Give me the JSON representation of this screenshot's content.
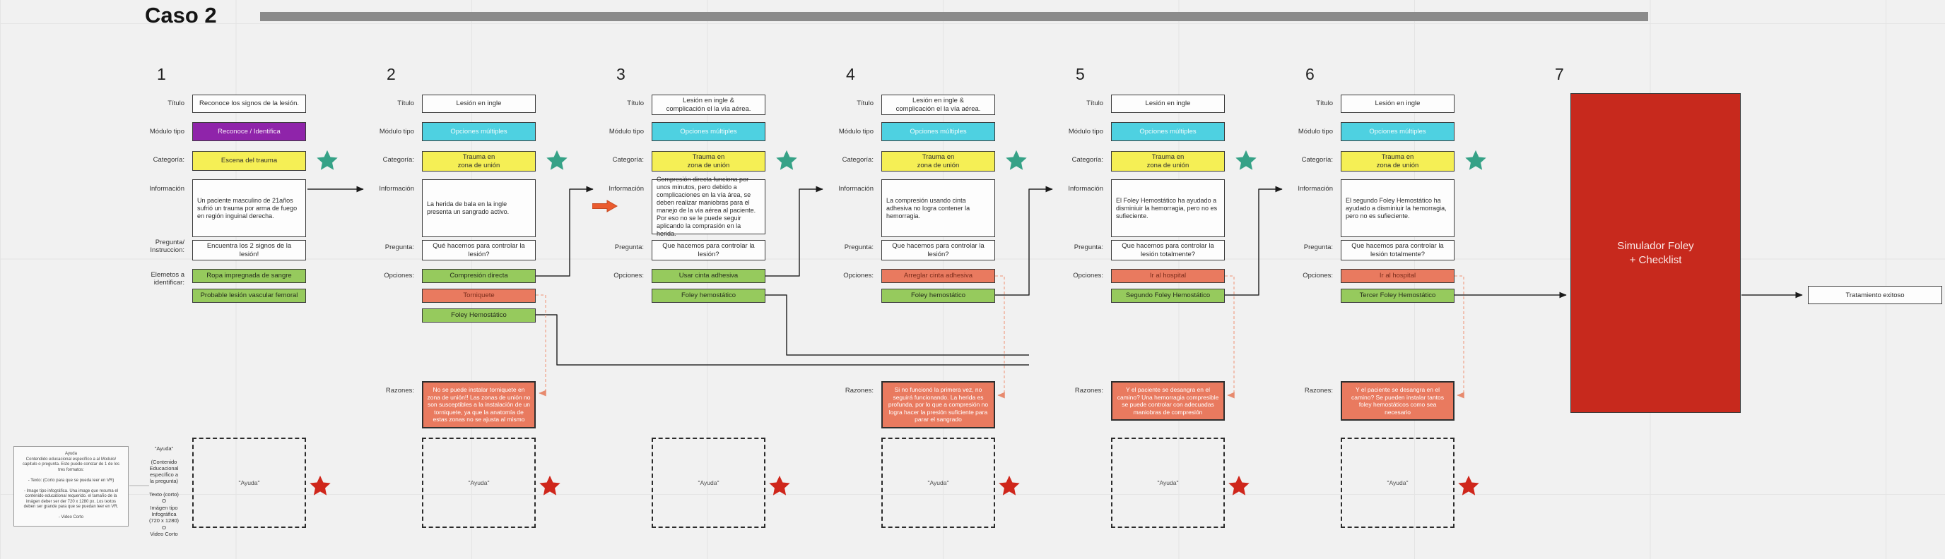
{
  "page": {
    "title": "Caso 2"
  },
  "colors": {
    "background": "#f1f1f1",
    "module_purple": "#8f24aa",
    "module_cyan": "#4ed1e1",
    "category_yellow": "#f5ef55",
    "option_green": "#96ca5d",
    "option_salmon": "#e97a5f",
    "simulator_red": "#c7291d",
    "star_teal": "#36a287",
    "star_red": "#cf261b",
    "title_bar_gray": "#8b8b8b"
  },
  "field_labels": {
    "titulo": "Título",
    "modulo_tipo": "Módulo tipo",
    "categoria": "Categoría:",
    "informacion": "Información",
    "pregunta": "Pregunta:",
    "opciones": "Opciones:",
    "razones": "Razones:"
  },
  "ayuda_box": "\"Ayuda\"",
  "ayuda_note": "Ayuda\nContendido educacional específico a al Modulo/ capitulo o pregunta. Este puede constar de 1 de los tres formatos:\n\n- Texto: (Corto para que se pueda leer en VR)\n\n- Image tipo infográfica. Una image que resuma el contenido educational requerido. el tamaño de la imágen deber ser der 720 x 1280 px. Los textos deben ser grande para que se puedan leer en VR.\n\n- Video Corto",
  "ayuda_spec": "\"Ayuda\"\n\n(Contenido\nEducacional\nespecífico a\nla pregunta)\n\nTexto (corto)\nO\nImágen tipo\nInfográfica\n(720 x 1280)\nO\nVideo Corto",
  "columns": [
    {
      "number": "1",
      "titulo": "Reconoce los signos de la lesión.",
      "modulo_tipo": "Reconoce / Identifica",
      "categoria": "Escena del trauma",
      "informacion": "Un paciente masculino de 21años sufrió un trauma por arma de fuego en región inguinal derecha.",
      "pregunta_label": "Pregunta/\nInstruccion:",
      "pregunta": "Encuentra los 2 signos de la lesión!",
      "opciones_label": "Elemetos a\nidentificar:",
      "opciones": [
        {
          "text": "Ropa impregnada de sangre",
          "style": "green"
        },
        {
          "text": "Probable lesión vascular femoral",
          "style": "green"
        }
      ]
    },
    {
      "number": "2",
      "titulo": "Lesión en ingle",
      "modulo_tipo": "Opciones múltiples",
      "categoria": "Trauma en\nzona de unión",
      "informacion": "La herida de bala en la ingle presenta un sangrado activo.",
      "pregunta": "Qué hacemos para controlar la lesión?",
      "opciones": [
        {
          "text": "Compresión directa",
          "style": "green"
        },
        {
          "text": "Torniquete",
          "style": "red"
        },
        {
          "text": "Foley Hemostático",
          "style": "green"
        }
      ],
      "razones": "No se puede instalar torniquete en zona de unión!! Las zonas de unión no son susceptibles a la instalación de un torniquete, ya que la anatomía de estas zonas no se ajusta al mismo"
    },
    {
      "number": "3",
      "titulo": "Lesión en ingle &\ncomplicación el la vía aérea.",
      "modulo_tipo": "Opciones múltiples",
      "categoria": "Trauma en\nzona de unión",
      "informacion": "Compresión directa funciona por unos minutos, pero debido a complicaciones en la vía área, se deben realizar maniobras para el manejo de la vía aérea al paciente. Por eso no se le puede seguir aplicando la comprasión en la herida.",
      "pregunta": "Que hacemos para controlar la lesión?",
      "opciones": [
        {
          "text": "Usar cinta adhesiva",
          "style": "green"
        },
        {
          "text": "Foley hemostático",
          "style": "green"
        }
      ]
    },
    {
      "number": "4",
      "titulo": "Lesión en ingle &\ncomplicación el la vía aérea.",
      "modulo_tipo": "Opciones múltiples",
      "categoria": "Trauma en\nzona de unión",
      "informacion": "La compresión usando cinta adhesiva no logra contener la hemorragia.",
      "pregunta": "Que hacemos para controlar la lesión?",
      "opciones": [
        {
          "text": "Arreglar cinta adhesiva",
          "style": "red"
        },
        {
          "text": "Foley hemostático",
          "style": "green"
        }
      ],
      "razones": "Si no funcionó la primera vez, no seguirá funcionando. La herida es profunda, por lo que a compresión no logra hacer la presión suficiente para parar el sangrado"
    },
    {
      "number": "5",
      "titulo": "Lesión en ingle",
      "modulo_tipo": "Opciones múltiples",
      "categoria": "Trauma en\nzona de unión",
      "informacion": "El Foley Hemostático ha ayudado a disminiuir la hemorragia, pero no es sufieciente.",
      "pregunta": "Que hacemos para controlar la lesión totalmente?",
      "opciones": [
        {
          "text": "Ir al hospital",
          "style": "red"
        },
        {
          "text": "Segundo Foley Hemostático",
          "style": "green"
        }
      ],
      "razones": "Y el paciente se desangra en el camino? Una hemorragia compresible se puede controlar con adecuadas maniobras de compresión"
    },
    {
      "number": "6",
      "titulo": "Lesión en ingle",
      "modulo_tipo": "Opciones múltiples",
      "categoria": "Trauma en\nzona de unión",
      "informacion": "El segundo Foley Hemostático ha ayudado a disminiuir la hemorragia, pero no es sufieciente.",
      "pregunta": "Que hacemos para controlar la lesión totalmente?",
      "opciones": [
        {
          "text": "Ir al hospital",
          "style": "red"
        },
        {
          "text": "Tercer Foley Hemostático",
          "style": "green"
        }
      ],
      "razones": "Y el paciente se desangra en el camino? Se pueden instalar tantos foley hemostáticos como sea necesario"
    }
  ],
  "column7": {
    "number": "7",
    "simulador": "Simulador Foley\n+ Checklist",
    "resultado": "Tratamiento exitoso"
  }
}
